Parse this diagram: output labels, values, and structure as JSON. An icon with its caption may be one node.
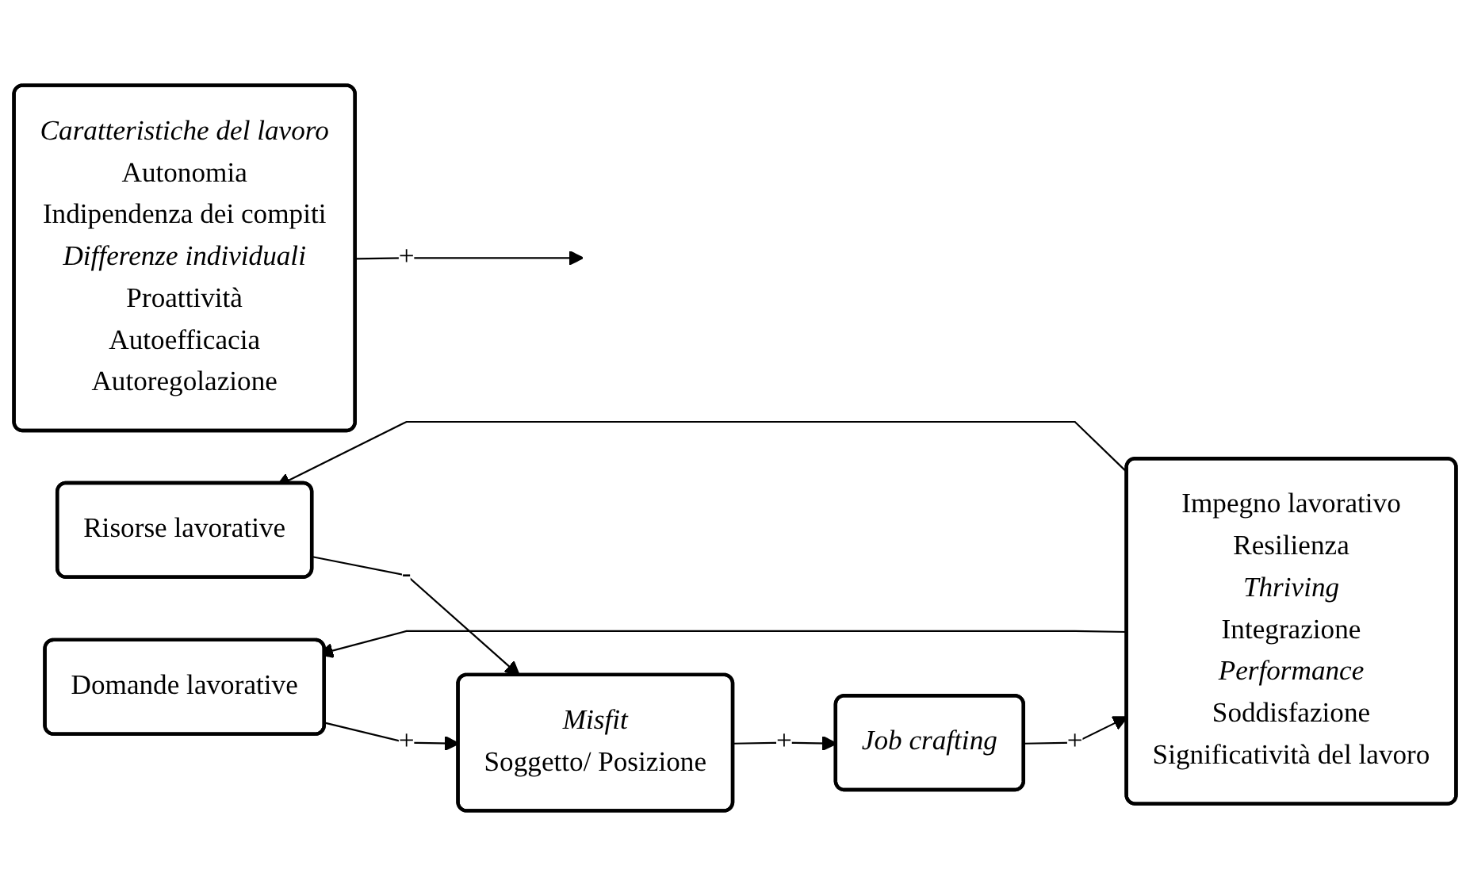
{
  "diagram": {
    "nodes": [
      {
        "text": [
          "Caratteristiche del lavoro",
          "Autonomia",
          "Indipendenza dei compiti",
          "Differenze individuali",
          "Proattività",
          "Autoefficacia",
          "Autoregolazione"
        ]
      },
      {
        "text": [
          "Domande lavorative"
        ]
      },
      {
        "text": [
          "Risorse lavorative"
        ]
      },
      {
        "text": [
          "Misfit",
          "Soggetto/ Posizione"
        ]
      },
      {
        "text": [
          "Job crafting"
        ]
      },
      {
        "text": [
          "Impegno lavorativo",
          "Resilienza",
          "Thriving",
          "Integrazione",
          "Performance",
          "Soddisfazione",
          "Significatività del lavoro"
        ]
      }
    ],
    "edges": [
      {
        "from": 1,
        "to": 3,
        "arrow": "to",
        "label": "+"
      },
      {
        "from": 2,
        "to": 3,
        "arrow": "to",
        "label": "-"
      },
      {
        "from": 3,
        "to": 4,
        "arrow": "to",
        "label": "+"
      },
      {
        "from": 0,
        "to": null,
        "arrow": "to",
        "label": "+"
      },
      {
        "from": 4,
        "to": 5,
        "arrow": "to",
        "label": "+"
      },
      {
        "from": 5,
        "to": 1,
        "arrow": "to"
      },
      {
        "from": 5,
        "to": 2,
        "arrow": "to"
      }
    ]
  }
}
